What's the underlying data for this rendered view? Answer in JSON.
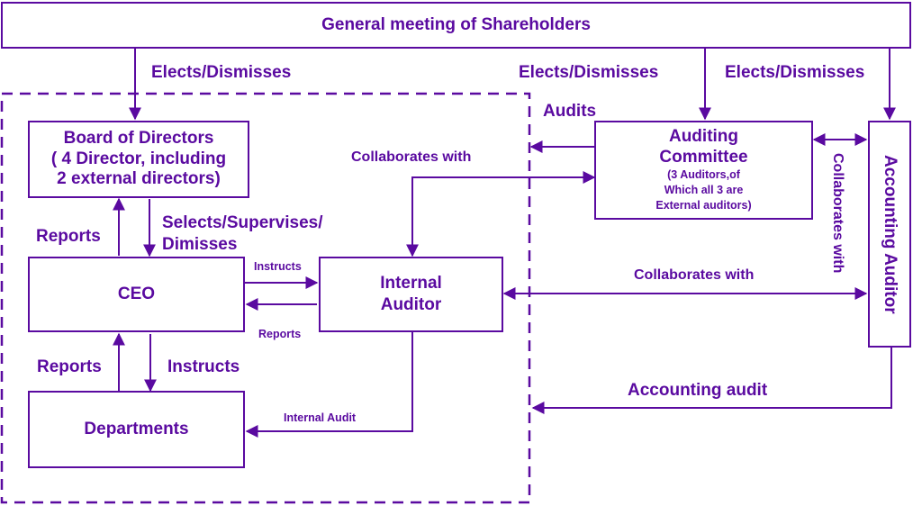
{
  "colors": {
    "accent": "#5a0aa0"
  },
  "boxes": {
    "shareholders": "General meeting of Shareholders",
    "board": [
      "Board of Directors",
      "( 4 Director, including",
      "2 external directors)"
    ],
    "ceo": "CEO",
    "internal_auditor": [
      "Internal",
      "Auditor"
    ],
    "departments": "Departments",
    "auditing_committee": [
      "Auditing",
      "Committee"
    ],
    "auditing_committee_note": [
      "(3 Auditors,of",
      "Which all 3 are",
      "External auditors)"
    ],
    "accounting_auditor": "Accounting Auditor"
  },
  "labels": {
    "elects_board": "Elects/Dismisses",
    "elects_committee": "Elects/Dismisses",
    "elects_accounting": "Elects/Dismisses",
    "audits": "Audits",
    "collaborates_committee_internal": "Collaborates with",
    "collaborates_committee_accounting": "Collaborates with",
    "collaborates_internal_accounting": "Collaborates with",
    "board_selects": [
      "Selects/Supervises/",
      "Dimisses"
    ],
    "ceo_reports_board": "Reports",
    "ceo_instructs_auditor": "Instructs",
    "auditor_reports_ceo": "Reports",
    "dept_reports_ceo": "Reports",
    "ceo_instructs_dept": "Instructs",
    "internal_audit": "Internal Audit",
    "accounting_audit": "Accounting audit"
  }
}
